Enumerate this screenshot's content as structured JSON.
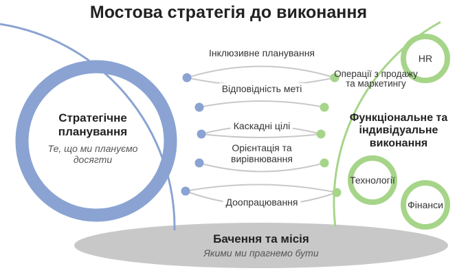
{
  "title": "Мостова стратегія до виконання",
  "strategic": {
    "title": "Стратегічне планування",
    "subtitle": "Те, що ми плануємо досягти"
  },
  "functional": {
    "title": "Функціональне та індивідуальне виконання",
    "areas": [
      "Операції з продажу та маркетингу",
      "HR",
      "Технології",
      "Фінанси"
    ]
  },
  "bridges": [
    "Інклюзивне планування",
    "Відповідність меті",
    "Каскадні цілі",
    "Орієнтація та вирівнювання",
    "Доопрацювання"
  ],
  "vision": {
    "title": "Бачення та місія",
    "subtitle": "Якими ми прагнемо бути"
  },
  "colors": {
    "strategic": "#8aa3d2",
    "functional": "#a6d589",
    "vision": "#c8c8c8",
    "bridge_line": "#c8c8c8"
  }
}
